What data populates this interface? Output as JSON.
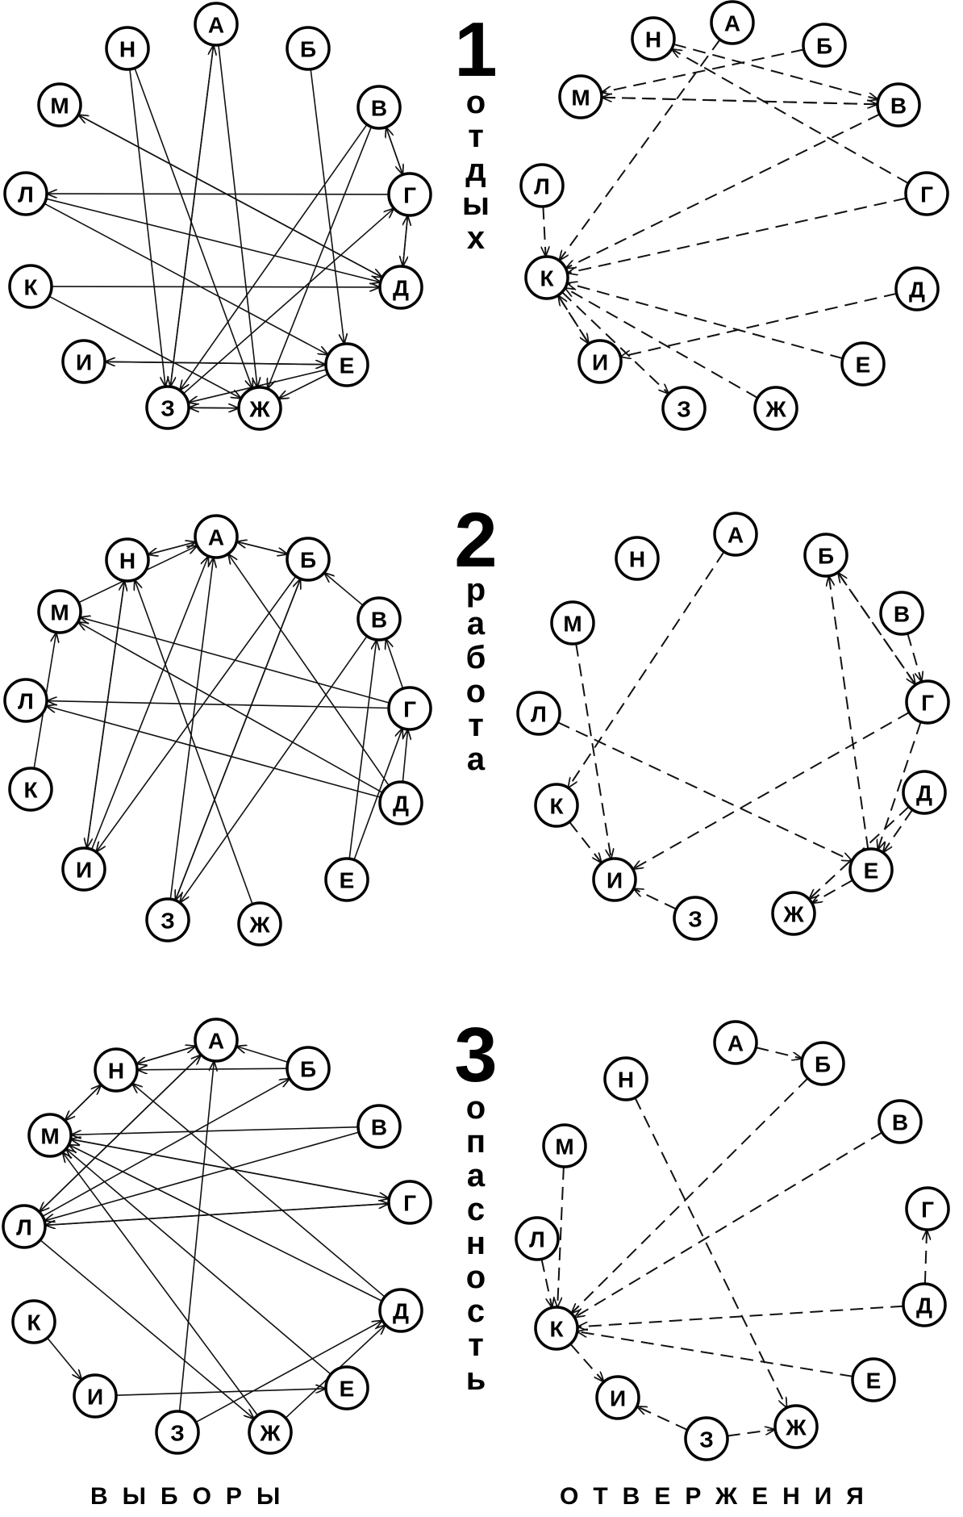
{
  "panels": [
    {
      "number": "1",
      "word_letters": [
        "о",
        "т",
        "д",
        "ы",
        "х"
      ],
      "choices_nodes": [
        "А",
        "Б",
        "В",
        "Г",
        "Д",
        "Е",
        "Ж",
        "З",
        "И",
        "К",
        "Л",
        "М",
        "Н"
      ],
      "rejections_nodes": [
        "А",
        "Б",
        "В",
        "Г",
        "Д",
        "Е",
        "Ж",
        "З",
        "И",
        "К",
        "Л",
        "М",
        "Н"
      ]
    },
    {
      "number": "2",
      "word_letters": [
        "р",
        "а",
        "б",
        "о",
        "т",
        "а"
      ],
      "choices_nodes": [
        "А",
        "Б",
        "В",
        "Г",
        "Д",
        "Е",
        "Ж",
        "З",
        "И",
        "К",
        "Л",
        "М",
        "Н"
      ],
      "rejections_nodes": [
        "А",
        "Б",
        "В",
        "Г",
        "Д",
        "Е",
        "Ж",
        "З",
        "И",
        "К",
        "Л",
        "М",
        "Н"
      ]
    },
    {
      "number": "3",
      "word_letters": [
        "о",
        "п",
        "а",
        "с",
        "н",
        "о",
        "с",
        "т",
        "ь"
      ],
      "choices_nodes": [
        "А",
        "Б",
        "В",
        "Г",
        "Д",
        "Е",
        "Ж",
        "З",
        "И",
        "К",
        "Л",
        "М",
        "Н"
      ],
      "rejections_nodes": [
        "А",
        "Б",
        "В",
        "Г",
        "Д",
        "Е",
        "Ж",
        "З",
        "И",
        "К",
        "Л",
        "М",
        "Н"
      ]
    }
  ],
  "bottom_labels": {
    "choices": "ВЫБОРЫ",
    "rejections": "ОТВЕРЖЕНИЯ"
  },
  "edges": {
    "p0c": [
      [
        "Н",
        "Ж"
      ],
      [
        "Н",
        "З"
      ],
      [
        "А",
        "З"
      ],
      [
        "З",
        "А"
      ],
      [
        "А",
        "Ж"
      ],
      [
        "Б",
        "Е"
      ],
      [
        "В",
        "З"
      ],
      [
        "В",
        "Ж"
      ],
      [
        "В",
        "Г"
      ],
      [
        "Г",
        "В"
      ],
      [
        "Г",
        "Д"
      ],
      [
        "Д",
        "Г"
      ],
      [
        "Г",
        "Л"
      ],
      [
        "Л",
        "Д"
      ],
      [
        "Л",
        "Е"
      ],
      [
        "М",
        "Д"
      ],
      [
        "Д",
        "М"
      ],
      [
        "К",
        "Д"
      ],
      [
        "К",
        "Ж"
      ],
      [
        "И",
        "Е"
      ],
      [
        "Е",
        "И"
      ],
      [
        "З",
        "Ж"
      ],
      [
        "Ж",
        "З"
      ],
      [
        "Е",
        "Ж"
      ],
      [
        "Е",
        "З"
      ],
      [
        "З",
        "Г"
      ]
    ],
    "p0r": [
      [
        "М",
        "В"
      ],
      [
        "Н",
        "В"
      ],
      [
        "Б",
        "М"
      ],
      [
        "В",
        "М"
      ],
      [
        "Г",
        "Н"
      ],
      [
        "А",
        "К"
      ],
      [
        "Л",
        "К"
      ],
      [
        "В",
        "К"
      ],
      [
        "Г",
        "К"
      ],
      [
        "Д",
        "И"
      ],
      [
        "Е",
        "К"
      ],
      [
        "Ж",
        "К"
      ],
      [
        "И",
        "К"
      ],
      [
        "К",
        "З"
      ],
      [
        "К",
        "И"
      ]
    ],
    "p1c": [
      [
        "Н",
        "А"
      ],
      [
        "А",
        "Н"
      ],
      [
        "Б",
        "А"
      ],
      [
        "А",
        "Б"
      ],
      [
        "В",
        "Б"
      ],
      [
        "Н",
        "И"
      ],
      [
        "И",
        "Н"
      ],
      [
        "М",
        "А"
      ],
      [
        "К",
        "М"
      ],
      [
        "Г",
        "Л"
      ],
      [
        "Д",
        "М"
      ],
      [
        "Г",
        "М"
      ],
      [
        "Д",
        "Л"
      ],
      [
        "Д",
        "Г"
      ],
      [
        "Г",
        "В"
      ],
      [
        "Е",
        "В"
      ],
      [
        "Е",
        "Г"
      ],
      [
        "Д",
        "А"
      ],
      [
        "Ж",
        "Н"
      ],
      [
        "И",
        "А"
      ],
      [
        "З",
        "А"
      ],
      [
        "Б",
        "З"
      ],
      [
        "З",
        "Б"
      ],
      [
        "Б",
        "И"
      ],
      [
        "В",
        "З"
      ]
    ],
    "p1r": [
      [
        "А",
        "К"
      ],
      [
        "М",
        "И"
      ],
      [
        "К",
        "И"
      ],
      [
        "Л",
        "Е"
      ],
      [
        "З",
        "И"
      ],
      [
        "Г",
        "И"
      ],
      [
        "Б",
        "Г"
      ],
      [
        "Г",
        "Б"
      ],
      [
        "В",
        "Г"
      ],
      [
        "Д",
        "Е"
      ],
      [
        "Е",
        "Ж"
      ],
      [
        "Г",
        "Е"
      ],
      [
        "Е",
        "Б"
      ],
      [
        "Д",
        "Ж"
      ]
    ],
    "p2c": [
      [
        "Н",
        "А"
      ],
      [
        "А",
        "Н"
      ],
      [
        "Б",
        "А"
      ],
      [
        "Б",
        "Н"
      ],
      [
        "В",
        "М"
      ],
      [
        "М",
        "Н"
      ],
      [
        "Н",
        "М"
      ],
      [
        "Л",
        "А"
      ],
      [
        "Л",
        "Б"
      ],
      [
        "А",
        "Л"
      ],
      [
        "Г",
        "М"
      ],
      [
        "М",
        "Г"
      ],
      [
        "Г",
        "Л"
      ],
      [
        "Л",
        "Г"
      ],
      [
        "Д",
        "М"
      ],
      [
        "Д",
        "Н"
      ],
      [
        "Е",
        "М"
      ],
      [
        "Ж",
        "М"
      ],
      [
        "Л",
        "Ж"
      ],
      [
        "З",
        "А"
      ],
      [
        "З",
        "Д"
      ],
      [
        "К",
        "И"
      ],
      [
        "И",
        "Е"
      ],
      [
        "Ж",
        "Д"
      ],
      [
        "В",
        "Л"
      ]
    ],
    "p2r": [
      [
        "А",
        "Б"
      ],
      [
        "Д",
        "Г"
      ],
      [
        "Б",
        "К"
      ],
      [
        "В",
        "К"
      ],
      [
        "Д",
        "К"
      ],
      [
        "Е",
        "К"
      ],
      [
        "М",
        "К"
      ],
      [
        "Л",
        "К"
      ],
      [
        "К",
        "И"
      ],
      [
        "З",
        "И"
      ],
      [
        "З",
        "Ж"
      ],
      [
        "Н",
        "Ж"
      ]
    ]
  }
}
